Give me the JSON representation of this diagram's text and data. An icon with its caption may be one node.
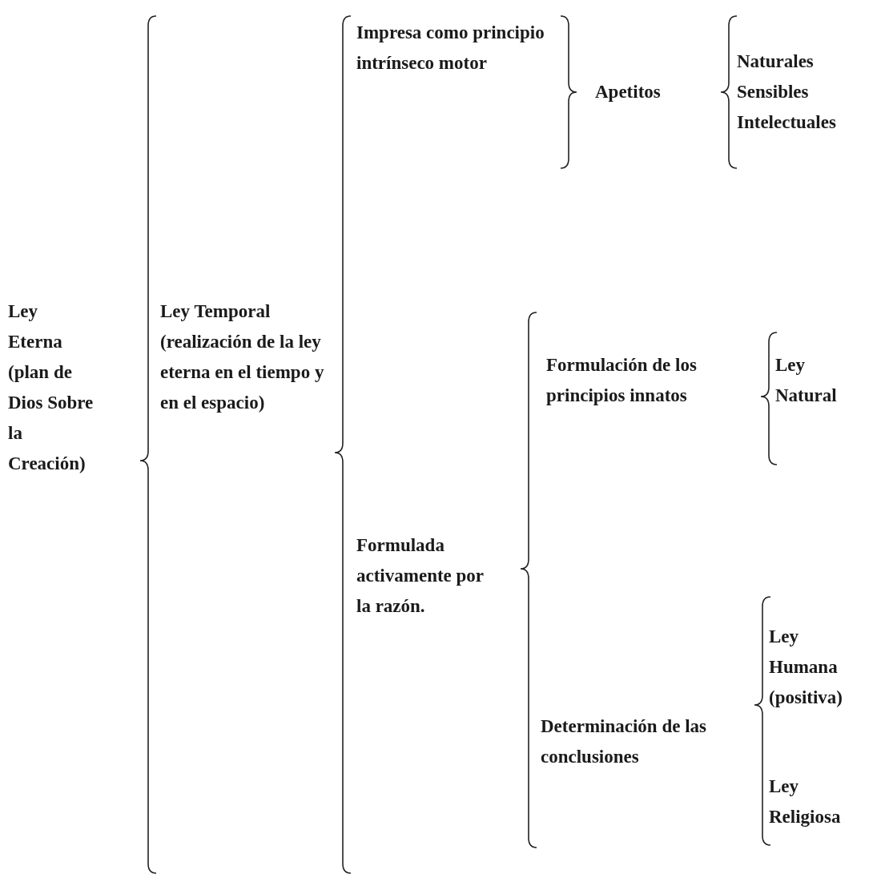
{
  "diagram": {
    "labels": [
      "Ley Eterna (plan de Dios Sobre la Creación)",
      "Ley Temporal (realización de la ley eterna en el tiempo y en el espacio)",
      "Impresa como principio intrínseco motor",
      "Apetitos",
      "Naturales",
      "Sensibles",
      "Intelectuales",
      "Formulada activamente por la razón.",
      "Formulación de los principios innatos",
      "Ley Natural",
      "Determinación de las conclusiones",
      "Ley Humana (positiva)",
      "Ley Religiosa"
    ]
  }
}
